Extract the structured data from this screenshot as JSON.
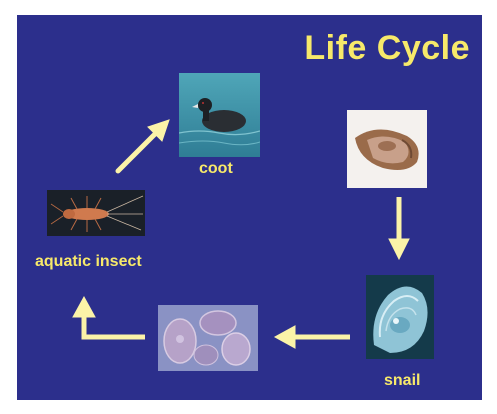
{
  "title": "Life Cycle",
  "stages": {
    "coot": "coot",
    "snail": "snail",
    "aquatic_insect": "aquatic insect"
  },
  "colors": {
    "background": "#2c2f8c",
    "accent": "#f7e96a",
    "arrow": "#fbf3a8"
  }
}
